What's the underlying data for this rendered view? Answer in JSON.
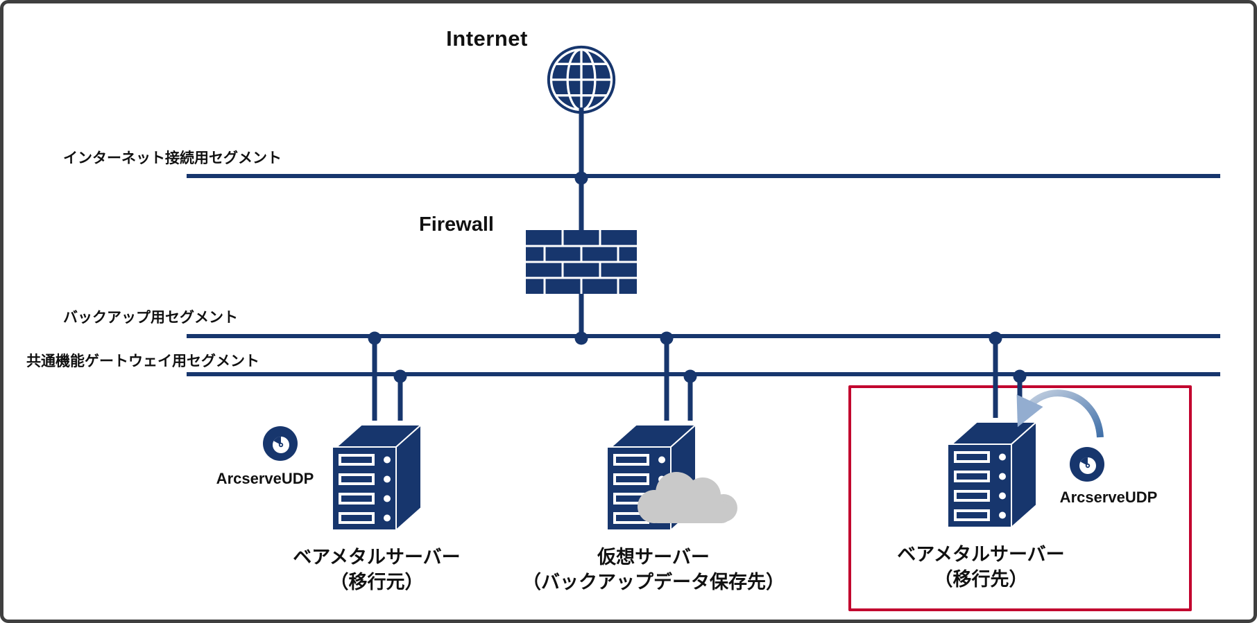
{
  "diagram": {
    "internet": {
      "label": "Internet"
    },
    "firewall": {
      "label": "Firewall"
    },
    "segments": [
      {
        "label": "インターネット接続用セグメント"
      },
      {
        "label": "バックアップ用セグメント"
      },
      {
        "label": "共通機能ゲートウェイ用セグメント"
      }
    ],
    "servers": [
      {
        "line1": "ベアメタルサーバー",
        "line2": "（移行元）",
        "agent": "ArcserveUDP"
      },
      {
        "line1": "仮想サーバー",
        "line2": "（バックアップデータ保存先）"
      },
      {
        "line1": "ベアメタルサーバー",
        "line2": "（移行先）",
        "agent": "ArcserveUDP"
      }
    ],
    "colors": {
      "navy": "#17366D",
      "highlight_red": "#C2022E",
      "cloud_gray": "#C9C9C9",
      "arrow_blue": "#3F6FA8"
    }
  }
}
